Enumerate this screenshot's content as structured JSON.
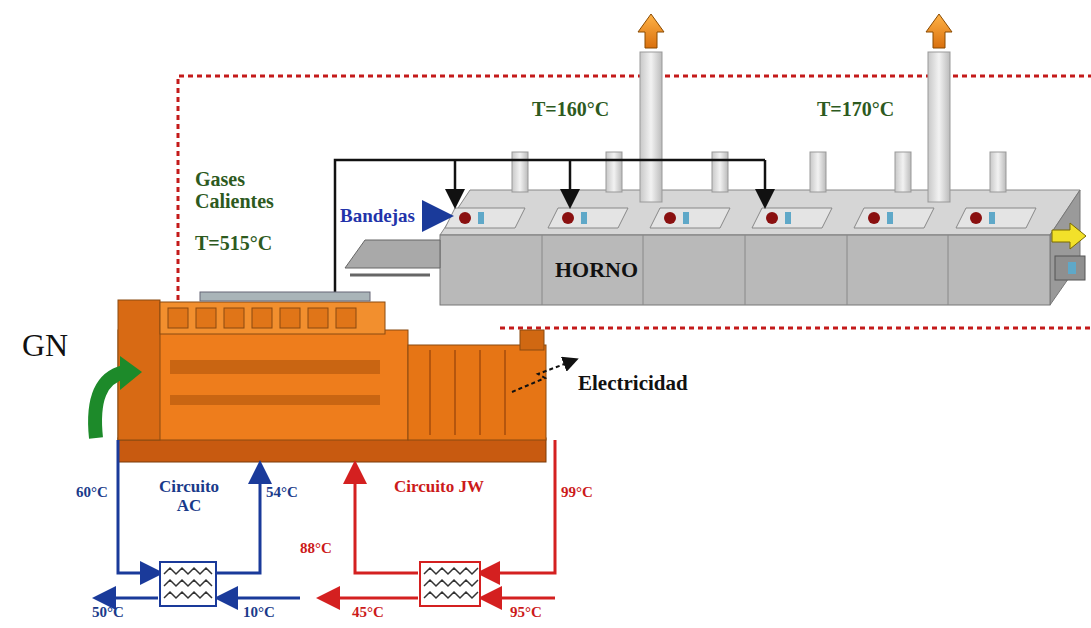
{
  "diagram": {
    "nodes": [
      {
        "text": [
          "HORNO"
        ]
      }
    ],
    "labels": [
      "T=160°C",
      "T=170°C",
      "Gases Calientes",
      "T=515°C",
      "Bandejas",
      "GN",
      "Electricidad",
      "Circuito AC",
      "Circuito JW",
      "60°C",
      "54°C",
      "50°C",
      "10°C",
      "88°C",
      "99°C",
      "45°C",
      "95°C"
    ]
  }
}
